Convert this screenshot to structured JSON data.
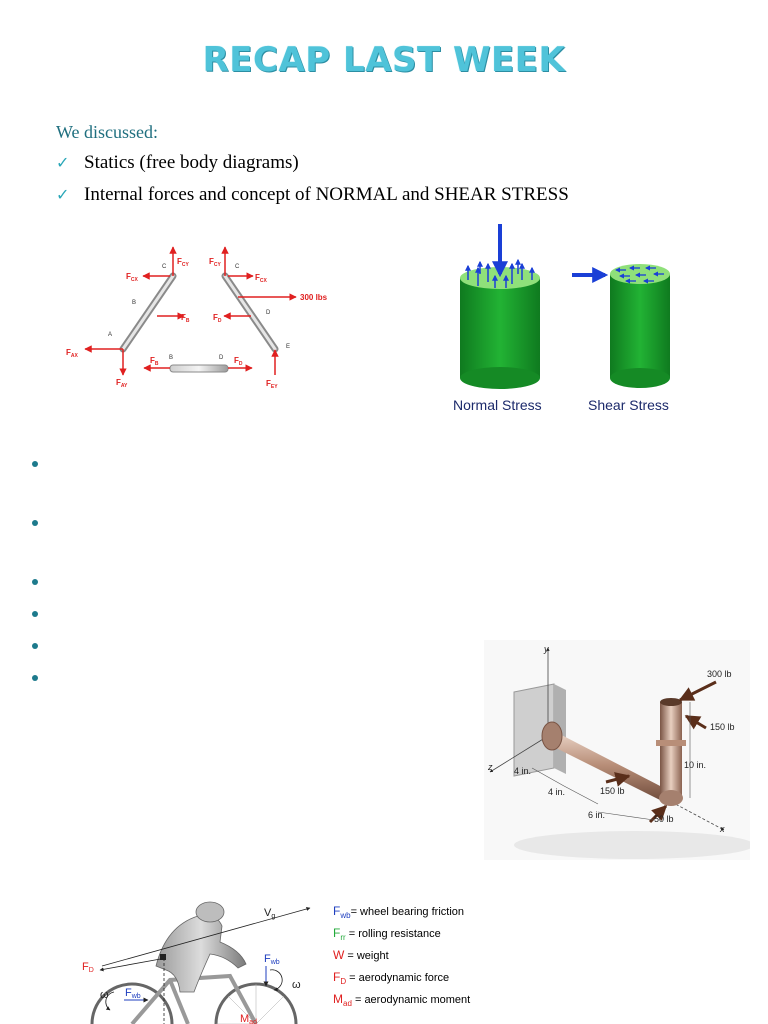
{
  "title": "RECAP LAST WEEK",
  "intro": "We discussed:",
  "items": [
    "Statics (free body diagrams)",
    "Internal forces and concept of NORMAL and SHEAR STRESS"
  ],
  "fbd": {
    "force_300": "300 lbs",
    "fcy": "F",
    "fcy_sub": "CY",
    "fcx": "F",
    "fcx_sub": "CX",
    "fax": "F",
    "fax_sub": "AX",
    "fay": "F",
    "fay_sub": "AY",
    "fb": "F",
    "fb_sub": "B",
    "fd": "F",
    "fd_sub": "D",
    "fey": "F",
    "fey_sub": "EY",
    "pt_a": "A",
    "pt_b": "B",
    "pt_c": "C",
    "pt_d": "D",
    "pt_e": "E"
  },
  "stress": {
    "normal_label": "Normal Stress",
    "shear_label": "Shear Stress"
  },
  "pipe": {
    "y": "y",
    "z": "z",
    "x": "x",
    "load_300": "300 lb",
    "load_150a": "150 lb",
    "load_150b": "150 lb",
    "load_50": "50 lb",
    "d4a": "4 in.",
    "d4b": "4 in.",
    "d6": "6 in.",
    "d10": "10 in."
  },
  "bike": {
    "vg": "V",
    "vg_sub": "g",
    "fd": "F",
    "fd_sub": "D",
    "fwb": "F",
    "fwb_sub": "wb",
    "fwb2": "F",
    "fwb2_sub": "wb",
    "omega": "ω",
    "omega2": "ω",
    "mad": "M",
    "mad_sub": "ad"
  },
  "legend": [
    {
      "sym": "F",
      "sub": "wb",
      "text": "= wheel bearing friction",
      "color": "#1f3fbf"
    },
    {
      "sym": "F",
      "sub": "rr",
      "text": " = rolling resistance",
      "color": "#22a93a"
    },
    {
      "sym": "W",
      "sub": "",
      "text": " = weight",
      "color": "#e02020"
    },
    {
      "sym": "F",
      "sub": "D",
      "text": " = aerodynamic force",
      "color": "#e02020"
    },
    {
      "sym": "M",
      "sub": "ad",
      "text": " = aerodynamic moment",
      "color": "#e02020"
    }
  ],
  "colors": {
    "title": "#4fc3d9",
    "arrow_red": "#e02020",
    "cylinder_green": "#1fa32f",
    "arrow_blue": "#1a3fd6",
    "bullet": "#1d7a8c"
  }
}
